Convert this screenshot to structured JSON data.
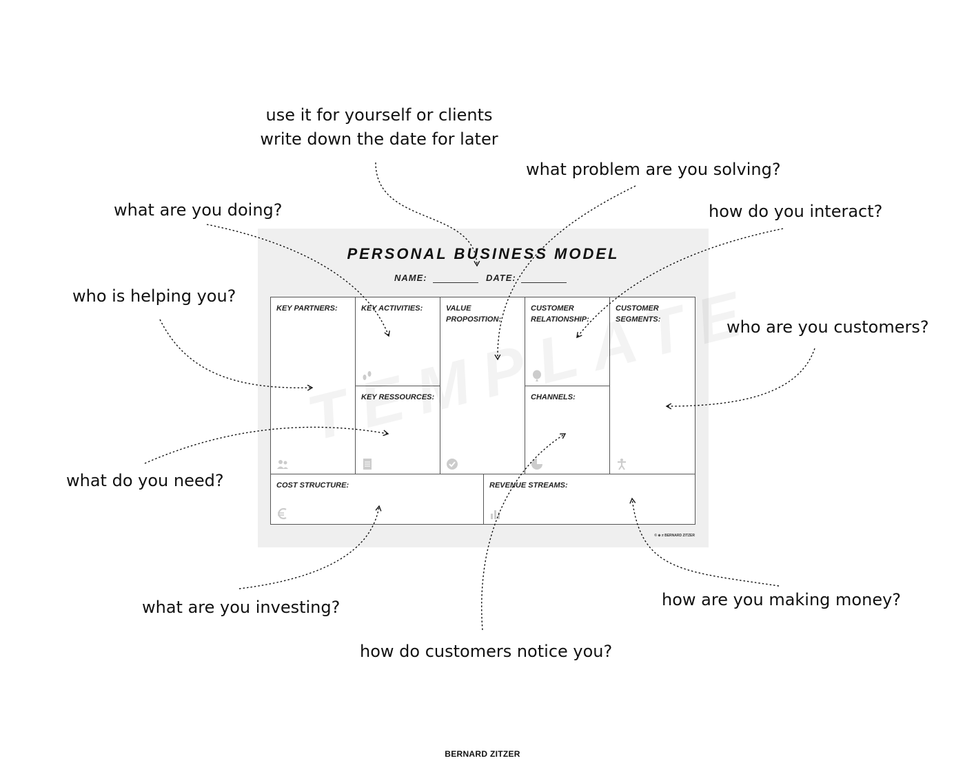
{
  "sheet": {
    "title": "PERSONAL BUSINESS MODEL",
    "name_label": "NAME:",
    "date_label": "DATE:",
    "watermark": "TEMPLATE",
    "copyright": "© ⊕ ≠ BERNARD ZITZER",
    "cells": {
      "key_partners": {
        "label": "KEY PARTNERS:",
        "icon": "people-icon"
      },
      "key_activities": {
        "label": "KEY ACTIVITIES:",
        "icon": "footsteps-icon"
      },
      "key_resources": {
        "label": "KEY RESSOURCES:",
        "icon": "document-icon"
      },
      "value_proposition": {
        "label": "VALUE\nPROPOSITION:",
        "icon": "check-circle-icon"
      },
      "customer_relationship": {
        "label": "CUSTOMER\nRELATIONSHIP:",
        "icon": "balloon-icon"
      },
      "channels": {
        "label": "CHANNELS:",
        "icon": "pie-icon"
      },
      "customer_segments": {
        "label": "CUSTOMER\nSEGMENTS:",
        "icon": "person-icon"
      },
      "cost_structure": {
        "label": "COST STRUCTURE:",
        "icon": "euro-icon"
      },
      "revenue_streams": {
        "label": "REVENUE STREAMS:",
        "icon": "bar-chart-icon"
      }
    }
  },
  "annotations": {
    "top_line1": "use it for yourself or clients",
    "top_line2": "write down the date for later",
    "problem": "what problem are you solving?",
    "doing": "what are you doing?",
    "interact": "how do you interact?",
    "helping": "who is helping you?",
    "customers": "who are you customers?",
    "need": "what do you need?",
    "investing": "what are you investing?",
    "money": "how are you making money?",
    "notice": "how do customers notice you?"
  },
  "footer": "BERNARD ZITZER"
}
